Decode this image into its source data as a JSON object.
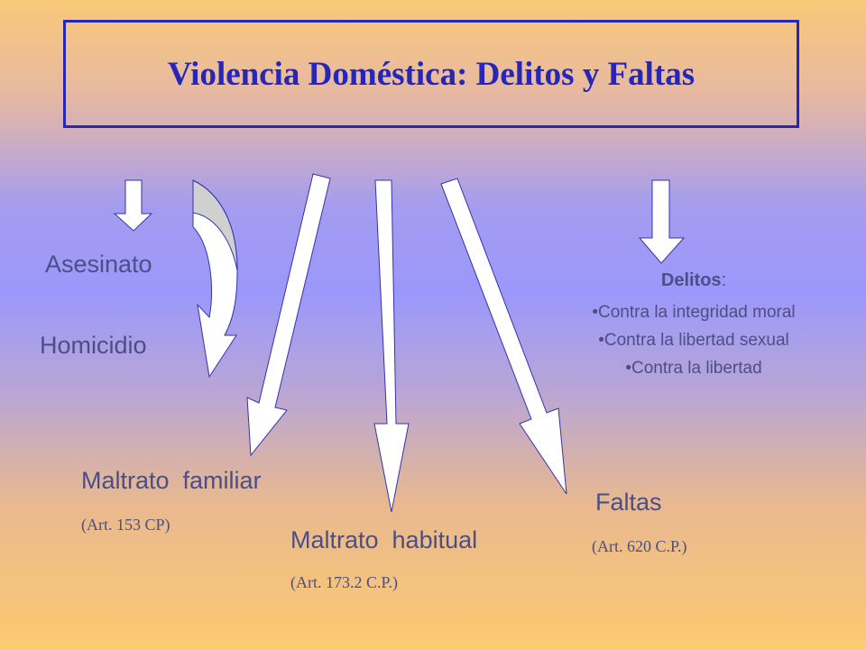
{
  "title": "Violencia Doméstica: Delitos y Faltas",
  "labels": {
    "asesinato": "Asesinato",
    "homicidio": "Homicidio",
    "maltrato_familiar": "Maltrato  familiar",
    "maltrato_familiar_ref": "(Art. 153 CP)",
    "maltrato_habitual": "Maltrato  habitual",
    "maltrato_habitual_ref": "(Art. 173.2 C.P.)",
    "faltas": "Faltas",
    "faltas_ref": "(Art. 620 C.P.)"
  },
  "delitos": {
    "heading": "Delitos",
    "heading_suffix": ":",
    "items": [
      "•Contra la integridad moral",
      "•Contra la libertad sexual",
      "•Contra la libertad"
    ]
  },
  "colors": {
    "title": "#2626b8",
    "arrow_fill": "#ffffff",
    "arrow_stroke": "#3333aa",
    "curved_arrow_shade": "#d0d0d0",
    "label_text": "#4b4f85"
  }
}
